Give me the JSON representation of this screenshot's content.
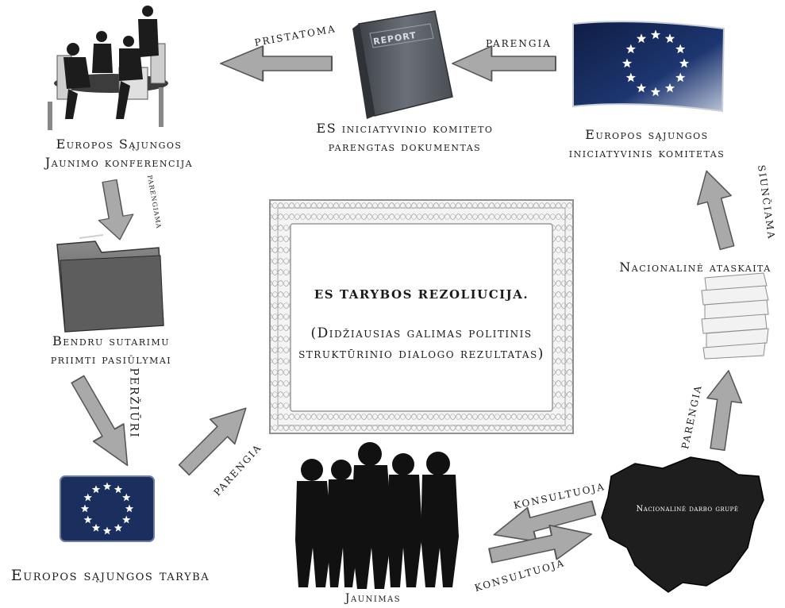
{
  "center": {
    "title": "ES TARYBOS REZOLIUCIJA.",
    "subtitle_line1": "(Didžiausias galimas politinis",
    "subtitle_line2": "struktūrinio dialogo rezultatas)"
  },
  "nodes": {
    "youth_conference": {
      "line1": "Europos Sąjungos",
      "line2": "Jaunimo konferencija"
    },
    "report": {
      "cover_text": "REPORT",
      "line1": "ES iniciatyvinio komiteto",
      "line2": "parengtas dokumentas"
    },
    "initiative_committee": {
      "line1": "Europos sąjungos",
      "line2": "iniciatyvinis komitetas"
    },
    "proposals": {
      "line1": "Bendru sutarimu",
      "line2": "priimti pasiūlymai"
    },
    "national_report": {
      "line1": "Nacionalinė ataskaita"
    },
    "council": {
      "line1": "Europos sąjungos taryba"
    },
    "youth": {
      "line1": "Jaunimas"
    },
    "working_group": {
      "map_text": "Nacionalinė darbo grupė"
    }
  },
  "arrows": {
    "pristatoma": "PRISTATOMA",
    "parengia_top": "PARENGIA",
    "parengiama": "PARENGIAMA",
    "perziuri": "PERŽIŪRI",
    "parengia_left": "PARENGIA",
    "siunciama": "SIUNČIAMA",
    "parengia_right": "PARENGIA",
    "konsultuoja_top": "KONSULTUOJA",
    "konsultuoja_bottom": "KONSULTUOJA"
  },
  "colors": {
    "arrow_fill": "#a9a9a9",
    "arrow_stroke": "#555555",
    "flag_blue": "#1b2f5e",
    "star": "#ffffff",
    "book": "#5b5f66",
    "map": "#1e1e1e",
    "silhouette": "#111111",
    "frame": "#b3b3b3"
  },
  "icons": {
    "conference": "meeting-people-icon",
    "report": "report-book-icon",
    "flag": "eu-flag-icon",
    "folder": "folder-icon",
    "papers": "paper-stack-icon",
    "youth": "people-silhouettes-icon",
    "map": "lithuania-map-icon"
  }
}
